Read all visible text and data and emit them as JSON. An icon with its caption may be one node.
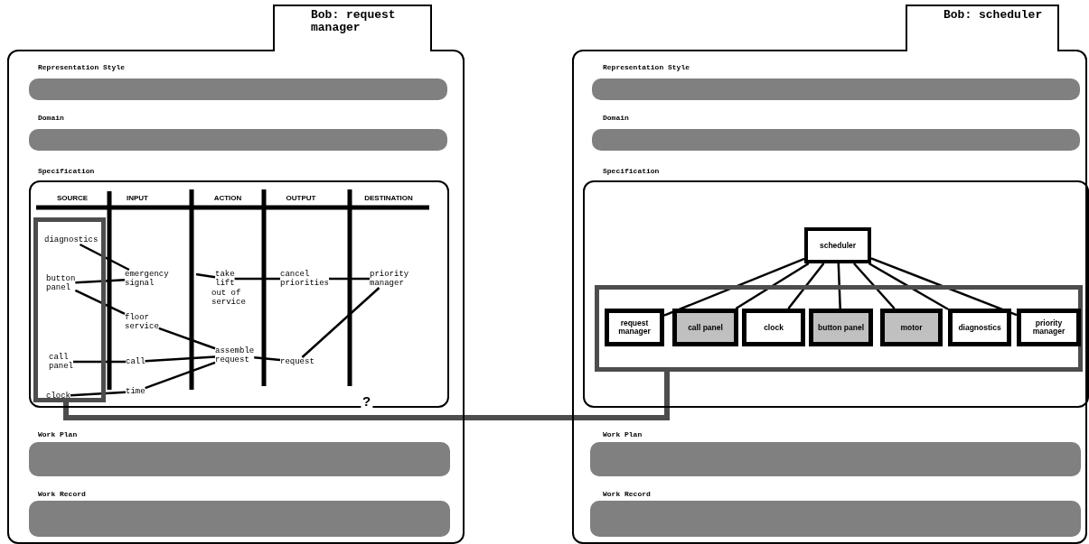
{
  "diagram": {
    "nodes": [
      {
        "text": [
          "Bob: request manager",
          "Representation Style",
          "Domain",
          "Specification",
          "Work Plan",
          "Work Record"
        ]
      },
      {
        "text": [],
        "shape": "bar",
        "in": 0
      },
      {
        "text": [],
        "shape": "bar",
        "in": 0
      },
      {
        "text": [],
        "shape": "box",
        "in": 0
      },
      {
        "text": [],
        "shape": "box",
        "in": 3
      },
      {
        "text": [
          "diagnostics"
        ],
        "in": 4
      },
      {
        "text": [
          "button panel"
        ],
        "in": 4
      },
      {
        "text": [
          "call panel"
        ],
        "in": 4
      },
      {
        "text": [
          "clock"
        ],
        "in": 4
      },
      {
        "text": [
          "emergency signal"
        ],
        "in": 3
      },
      {
        "text": [
          "take lift"
        ],
        "in": 3
      },
      {
        "text": [
          "cancel priorities"
        ],
        "in": 3
      },
      {
        "text": [
          "priority manager"
        ],
        "in": 3
      },
      {
        "text": [
          "floor service"
        ],
        "in": 3
      },
      {
        "text": [
          "call"
        ],
        "in": 3
      },
      {
        "text": [
          "assemble request"
        ],
        "in": 3
      },
      {
        "text": [
          "request"
        ],
        "in": 3
      },
      {
        "text": [
          "time"
        ],
        "in": 3
      },
      {
        "text": [],
        "shape": "bar",
        "in": 0
      },
      {
        "text": [],
        "shape": "bar",
        "in": 0
      },
      {
        "text": [
          "Bob: scheduler",
          "Representation Style",
          "Domain",
          "Specification",
          "Work Plan",
          "Work Record"
        ]
      },
      {
        "text": [],
        "shape": "bar",
        "in": 20
      },
      {
        "text": [],
        "shape": "bar",
        "in": 20
      },
      {
        "text": [],
        "shape": "box",
        "in": 20
      },
      {
        "text": [
          "scheduler"
        ],
        "in": 23
      },
      {
        "text": [],
        "shape": "box",
        "in": 23
      },
      {
        "text": [
          "request manager"
        ],
        "in": 25
      },
      {
        "text": [
          "call panel"
        ],
        "in": 25
      },
      {
        "text": [
          "clock"
        ],
        "in": 25
      },
      {
        "text": [
          "button panel"
        ],
        "in": 25
      },
      {
        "text": [
          "motor"
        ],
        "in": 25
      },
      {
        "text": [
          "diagnostics"
        ],
        "in": 25
      },
      {
        "text": [
          "priority manager"
        ],
        "in": 25
      },
      {
        "text": [],
        "shape": "bar",
        "in": 20
      },
      {
        "text": [],
        "shape": "bar",
        "in": 20
      }
    ],
    "edges": [
      {
        "from": 5,
        "to": 9,
        "arrow": "none"
      },
      {
        "from": 6,
        "to": 9,
        "arrow": "none"
      },
      {
        "from": 6,
        "to": 13,
        "arrow": "none"
      },
      {
        "from": null,
        "to": 10,
        "arrow": "none"
      },
      {
        "from": 10,
        "to": 11,
        "arrow": "none"
      },
      {
        "from": 11,
        "to": 12,
        "arrow": "none"
      },
      {
        "from": 16,
        "to": 12,
        "arrow": "none"
      },
      {
        "from": 13,
        "to": 15,
        "arrow": "none"
      },
      {
        "from": 7,
        "to": 14,
        "arrow": "none"
      },
      {
        "from": 14,
        "to": 15,
        "arrow": "none"
      },
      {
        "from": 8,
        "to": 17,
        "arrow": "none"
      },
      {
        "from": 17,
        "to": 15,
        "arrow": "none"
      },
      {
        "from": 15,
        "to": 16,
        "arrow": "none"
      },
      {
        "from": 4,
        "to": 25,
        "arrow": "none",
        "label": "?",
        "style": "thick",
        "color": "#4d4d4d"
      },
      {
        "from": 24,
        "to": 26,
        "arrow": "none"
      },
      {
        "from": 24,
        "to": 27,
        "arrow": "none"
      },
      {
        "from": 24,
        "to": 28,
        "arrow": "none"
      },
      {
        "from": 24,
        "to": 29,
        "arrow": "none"
      },
      {
        "from": 24,
        "to": 30,
        "arrow": "none"
      },
      {
        "from": 24,
        "to": 31,
        "arrow": "none"
      },
      {
        "from": 24,
        "to": 32,
        "arrow": "none"
      }
    ],
    "labels": [
      "SOURCE",
      "INPUT",
      "ACTION",
      "OUTPUT",
      "DESTINATION",
      "out of service"
    ]
  }
}
